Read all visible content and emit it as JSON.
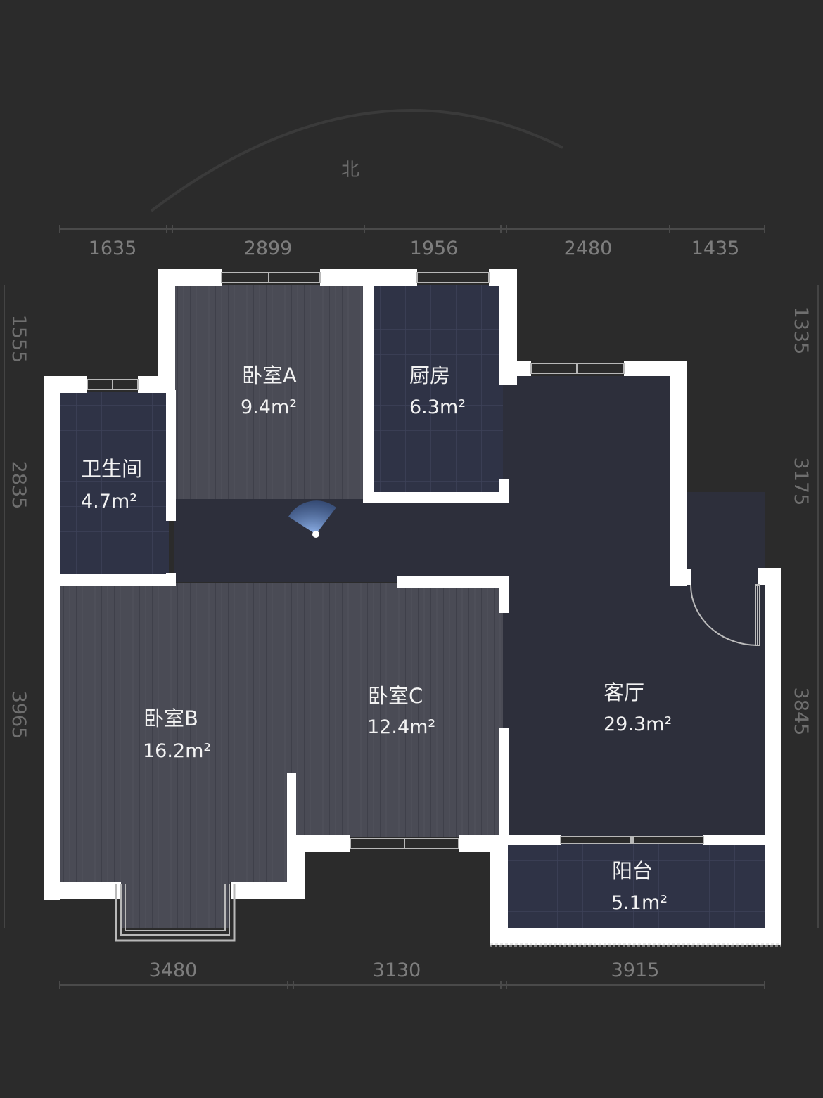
{
  "compass": {
    "label": "北"
  },
  "dimensions": {
    "top": [
      "1635",
      "2899",
      "1956",
      "2480",
      "1435"
    ],
    "bottom": [
      "3480",
      "3130",
      "3915"
    ],
    "left": [
      "1555",
      "2835",
      "3965"
    ],
    "right": [
      "1335",
      "3175",
      "3845"
    ]
  },
  "rooms": [
    {
      "id": "bedroom-a",
      "name": "卧室A",
      "area": "9.4m²"
    },
    {
      "id": "kitchen",
      "name": "厨房",
      "area": "6.3m²"
    },
    {
      "id": "bathroom",
      "name": "卫生间",
      "area": "4.7m²"
    },
    {
      "id": "bedroom-b",
      "name": "卧室B",
      "area": "16.2m²"
    },
    {
      "id": "bedroom-c",
      "name": "卧室C",
      "area": "12.4m²"
    },
    {
      "id": "living-room",
      "name": "客厅",
      "area": "29.3m²"
    },
    {
      "id": "balcony",
      "name": "阳台",
      "area": "5.1m²"
    }
  ],
  "colors": {
    "background": "#2b2b2b",
    "wall": "#ffffff",
    "wood_floor": "#4a4b55",
    "tile_floor": "#2f3346",
    "hall_floor": "#2d2f3b",
    "viewpoint": "#7ea9e8"
  }
}
